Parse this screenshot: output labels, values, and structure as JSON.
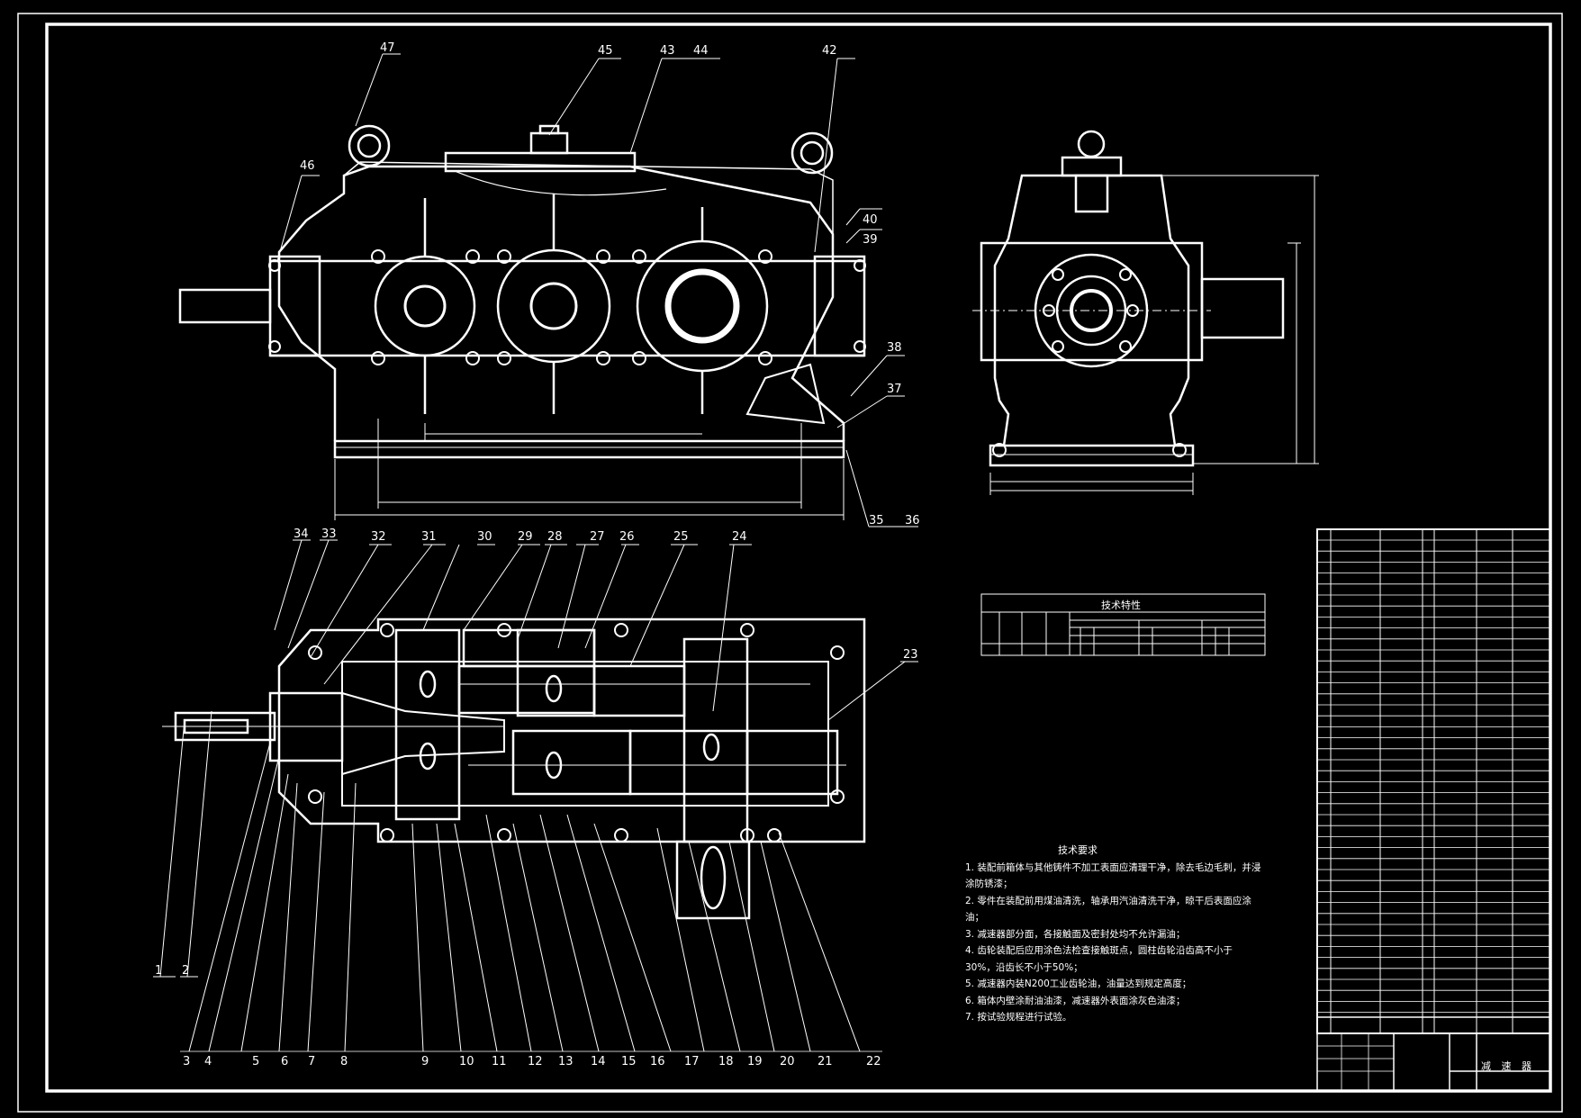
{
  "drawing": {
    "title_block_name": "减 速 器",
    "spec_table_title": "技术特性",
    "tech_requirements": {
      "title": "技术要求",
      "items": [
        "1. 装配前箱体与其他铸件不加工表面应清理干净，除去毛边毛刺，并浸涂防锈漆；",
        "2. 零件在装配前用煤油清洗，轴承用汽油清洗干净，晾干后表面应涂油；",
        "3. 减速器部分面，各接触面及密封处均不允许漏油；",
        "4. 齿轮装配后应用涂色法检查接触斑点，圆柱齿轮沿齿高不小于30%，沿齿长不小于50%；",
        "5. 减速器内装N200工业齿轮油，油量达到规定高度；",
        "6. 箱体内壁涂耐油油漆，减速器外表面涂灰色油漆；",
        "7. 按试验规程进行试验。"
      ]
    },
    "part_numbers_bottom": [
      "1",
      "2",
      "3",
      "4",
      "5",
      "6",
      "7",
      "8",
      "9",
      "10",
      "11",
      "12",
      "13",
      "14",
      "15",
      "16",
      "17",
      "18",
      "19",
      "20",
      "21",
      "22"
    ],
    "part_numbers_top_plan": [
      "23",
      "24",
      "25",
      "26",
      "27",
      "28",
      "29",
      "30",
      "31",
      "32",
      "33",
      "34"
    ],
    "part_numbers_front": [
      "35",
      "36",
      "37",
      "38",
      "39",
      "40",
      "42",
      "43",
      "44",
      "45",
      "46",
      "47"
    ],
    "colors": {
      "background": "#000000",
      "line": "#ffffff"
    }
  }
}
